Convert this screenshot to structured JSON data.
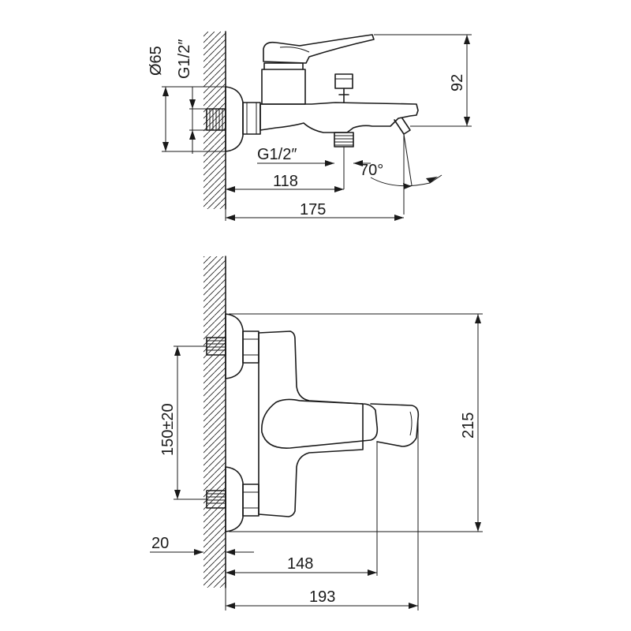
{
  "dimensions": {
    "d65": "Ø65",
    "g12_top": "G1/2″",
    "h92": "92",
    "g12_spout": "G1/2″",
    "angle70": "70°",
    "d118": "118",
    "d175": "175",
    "d150": "150±20",
    "d215": "215",
    "d20": "20",
    "d148": "148",
    "d193": "193"
  }
}
